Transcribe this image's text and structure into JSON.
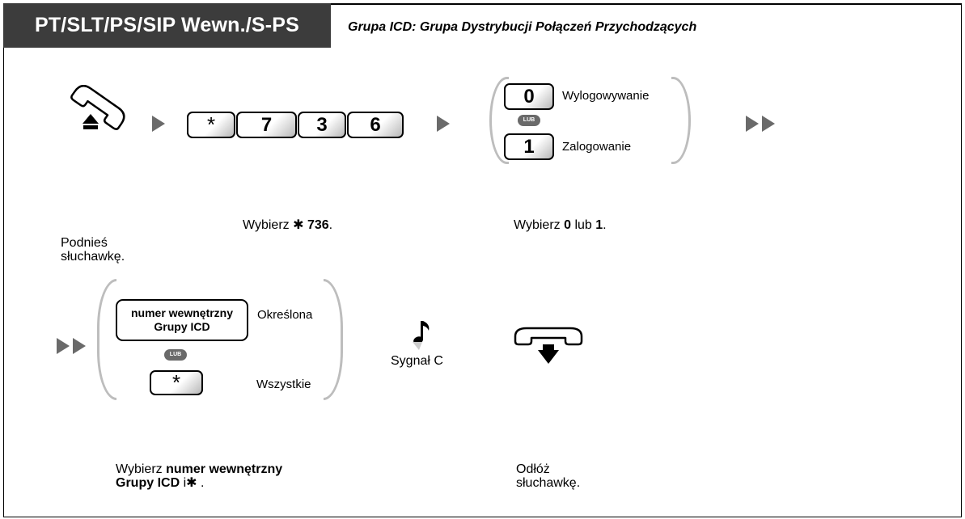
{
  "header": {
    "mode": "PT/SLT/PS/SIP Wewn./S-PS",
    "title": "Grupa ICD: Grupa Dystrybucji Połączeń Przychodzących"
  },
  "step1": {
    "caption_line1": "Podnieś",
    "caption_line2": "słuchawkę.",
    "icon": "off-hook-icon"
  },
  "step2": {
    "keys": [
      "*",
      "7",
      "3",
      "6"
    ],
    "caption_prefix": "Wybierz",
    "caption_star": "✱",
    "caption_code": "736",
    "caption_end": "."
  },
  "step3": {
    "option_a_key": "0",
    "option_a_label": "Wylogowywanie",
    "or_label": "LUB",
    "option_b_key": "1",
    "option_b_label": "Zalogowanie",
    "caption_prefix": "Wybierz",
    "caption_a": "0",
    "caption_mid": "lub",
    "caption_b": "1",
    "caption_end": "."
  },
  "step4": {
    "box_line1": "numer wewnętrzny",
    "box_line2": "Grupy ICD",
    "option_a_label": "Określona",
    "or_label": "LUB",
    "star_key": "*",
    "option_b_label": "Wszystkie",
    "caption_prefix": "Wybierz",
    "caption_bold1": "numer wewnętrzny",
    "caption_bold2": "Grupy ICD",
    "caption_mid": "i",
    "caption_star": "✱",
    "caption_end": "."
  },
  "step5": {
    "tone_label": "Sygnał C",
    "icon": "music-note-icon"
  },
  "step6": {
    "caption_line1": "Odłóż",
    "caption_line2": "słuchawkę.",
    "icon": "on-hook-icon"
  }
}
